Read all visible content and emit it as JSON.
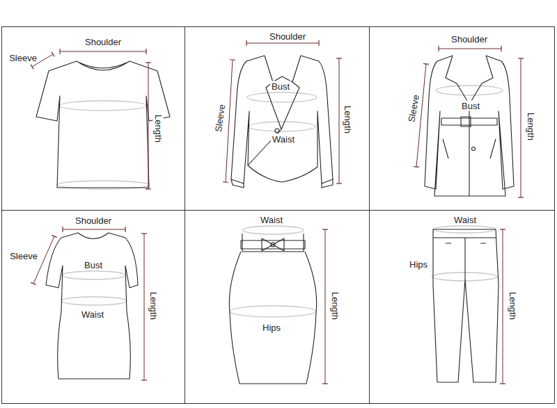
{
  "diagram": {
    "labels": [
      "Shoulder",
      "Sleeve",
      "Length",
      "Shoulder",
      "Bust",
      "Sleeve",
      "Waist",
      "Length",
      "Shoulder",
      "Sleeve",
      "Bust",
      "Length",
      "Shoulder",
      "Sleeve",
      "Bust",
      "Waist",
      "Length",
      "Waist",
      "Length",
      "Hips",
      "Waist",
      "Hips",
      "Length"
    ]
  }
}
